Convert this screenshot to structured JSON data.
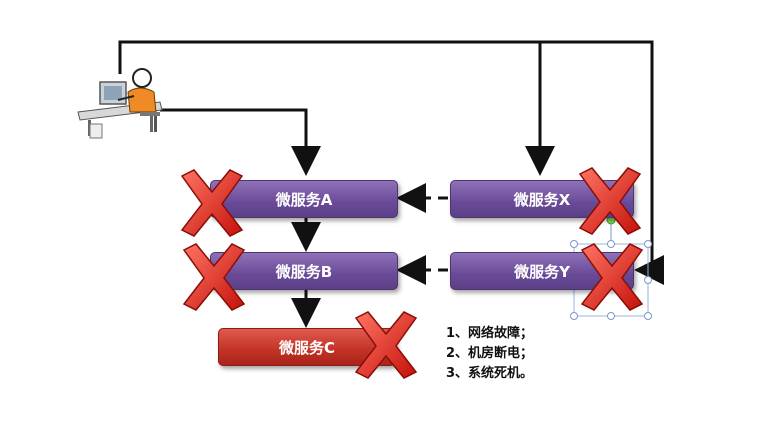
{
  "colors": {
    "service": "#7a5aa8",
    "failed_service": "#c93a2e",
    "arrow": "#111111",
    "cross": "#e0261c",
    "selection": "#8aa8d8"
  },
  "user": {
    "icon": "person-at-computer-icon"
  },
  "services": {
    "a": {
      "label": "微服务A"
    },
    "b": {
      "label": "微服务B"
    },
    "c": {
      "label": "微服务C"
    },
    "x": {
      "label": "微服务X"
    },
    "y": {
      "label": "微服务Y"
    }
  },
  "failures": {
    "icon": "red-x-icon"
  },
  "notes": [
    "1、网络故障；",
    "2、机房断电；",
    "3、系统死机。"
  ]
}
